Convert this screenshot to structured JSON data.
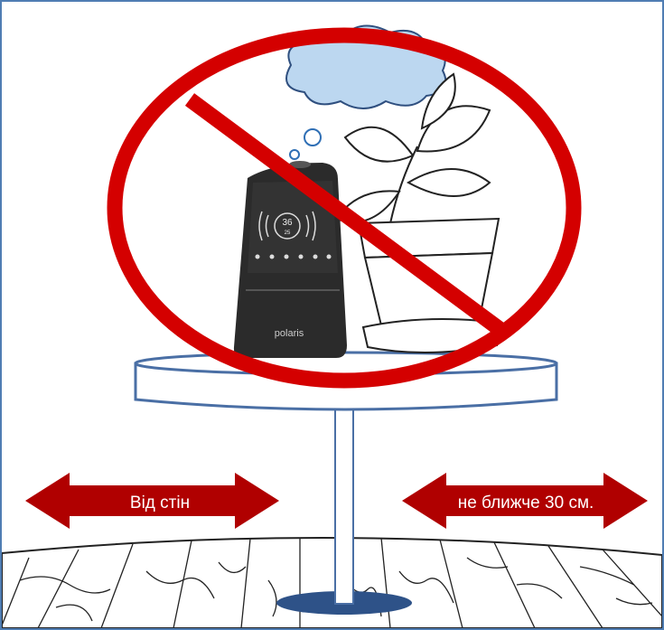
{
  "illustration": {
    "left_arrow_label": "Від стін",
    "right_arrow_label": "не ближче 30 см.",
    "device_brand": "polaris",
    "device_display_value": "36",
    "device_display_sub": "25"
  },
  "colors": {
    "border": "#4f7db3",
    "prohibition_red": "#d40000",
    "arrow_red": "#b00000",
    "table_outline": "#4a6fa5",
    "table_base": "#2e5288",
    "cloud": "#bcd7f0",
    "device_body": "#2b2b2b"
  },
  "icons": [
    "prohibition-sign",
    "double-arrow-left",
    "double-arrow-right",
    "plant-pot",
    "humidifier",
    "thought-cloud"
  ]
}
